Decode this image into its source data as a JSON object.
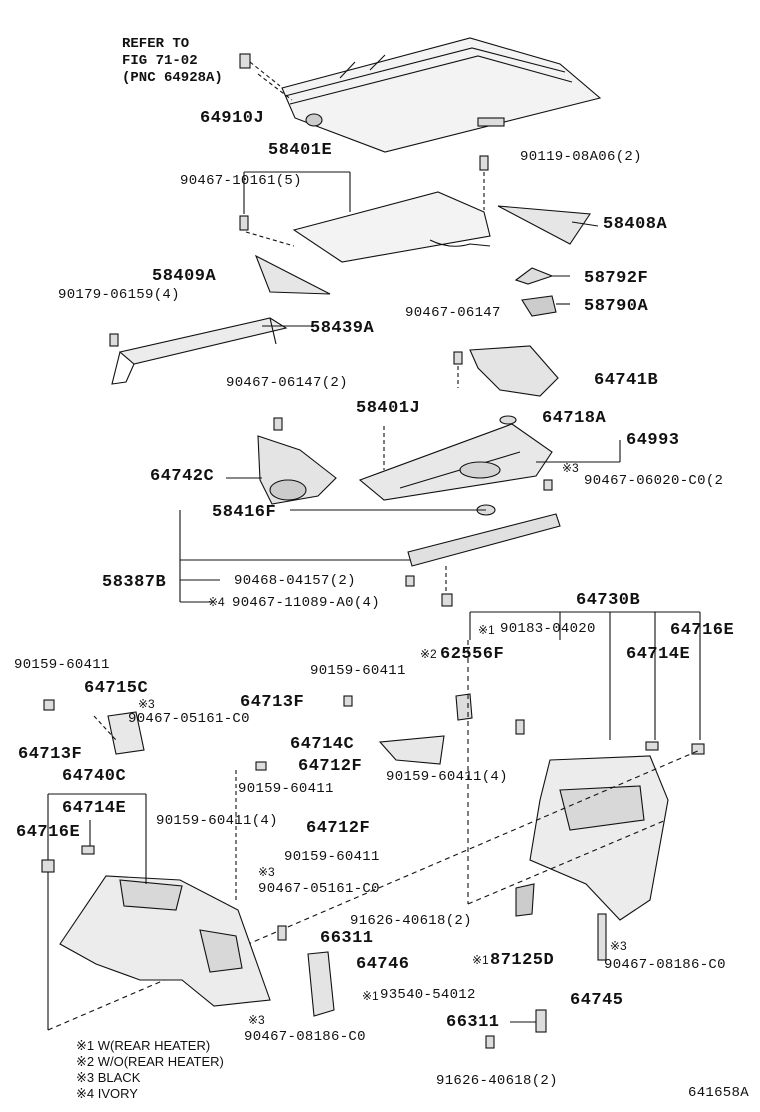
{
  "refer": {
    "l1": "REFER TO",
    "l2": "FIG 71-02",
    "l3": "(PNC 64928A)"
  },
  "parts": {
    "p64910J": "64910J",
    "p58401E": "58401E",
    "p90119": "90119-08A06(2)",
    "p90467_10161": "90467-10161(5)",
    "p58408A": "58408A",
    "p58409A": "58409A",
    "p58792F": "58792F",
    "p90179": "90179-06159(4)",
    "p58790A": "58790A",
    "p90467_06147a": "90467-06147",
    "p58439A": "58439A",
    "p64741B": "64741B",
    "p90467_06147b": "90467-06147(2)",
    "p58401J": "58401J",
    "p64718A": "64718A",
    "p64993": "64993",
    "p64742C": "64742C",
    "p90467_06020": "90467-06020-C0(2",
    "p58416F": "58416F",
    "p58387B": "58387B",
    "p90468": "90468-04157(2)",
    "p90467_11089": "90467-11089-A0(4)",
    "p64730B": "64730B",
    "p90183": "90183-04020",
    "p64716E_r": "64716E",
    "p62556F": "62556F",
    "p64714E_r": "64714E",
    "p90159_a": "90159-60411",
    "p90159_b": "90159-60411",
    "p64715C": "64715C",
    "p64713F_a": "64713F",
    "p90467_05161a": "90467-05161-C0",
    "p64713F_b": "64713F",
    "p64714C": "64714C",
    "p64740C": "64740C",
    "p64712F_a": "64712F",
    "p90159_c": "90159-60411(4)",
    "p64714E_l": "64714E",
    "p90159_d": "90159-60411",
    "p90159_e": "90159-60411(4)",
    "p64712F_b": "64712F",
    "p64716E_l": "64716E",
    "p90159_f": "90159-60411",
    "p90467_05161b": "90467-05161-C0",
    "p91626_a": "91626-40618(2)",
    "p66311_a": "66311",
    "p64746": "64746",
    "p87125D": "87125D",
    "p90467_08186a": "90467-08186-C0",
    "p93540": "93540-54012",
    "p64745": "64745",
    "p90467_08186b": "90467-08186-C0",
    "p66311_b": "66311",
    "p91626_b": "91626-40618(2)"
  },
  "marks": {
    "m1": "※1",
    "m2": "※2",
    "m3": "※3",
    "m4": "※4"
  },
  "legend": {
    "l1": "※1 W(REAR HEATER)",
    "l2": "※2 W/O(REAR HEATER)",
    "l3": "※3 BLACK",
    "l4": "※4 IVORY"
  },
  "drawing_no": "641658A"
}
